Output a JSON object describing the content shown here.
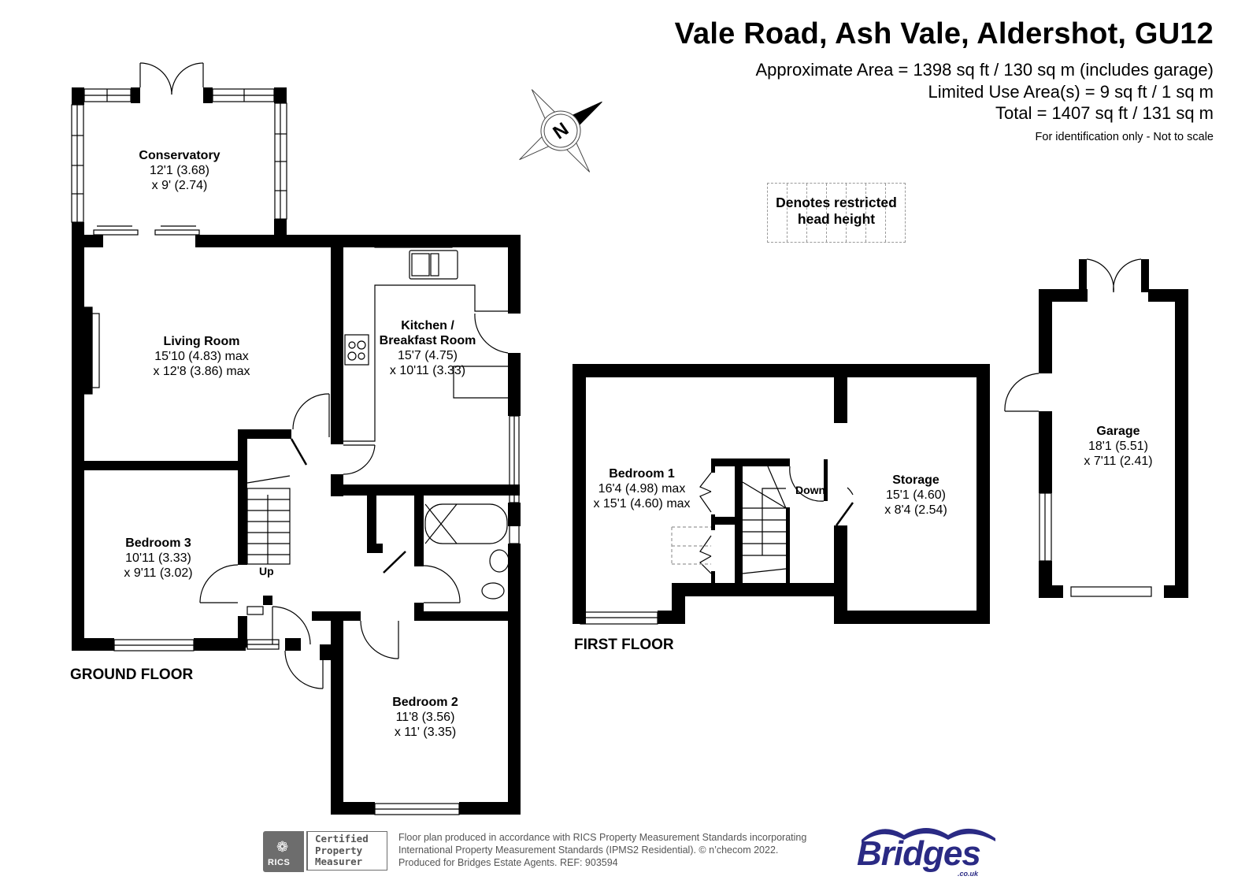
{
  "header": {
    "title": "Vale Road, Ash Vale, Aldershot, GU12",
    "area_lines": [
      "Approximate Area = 1398 sq ft / 130 sq m (includes garage)",
      "Limited Use Area(s) = 9 sq ft / 1 sq m",
      "Total = 1407 sq ft / 131 sq m"
    ],
    "disclaimer": "For identification only - Not to scale"
  },
  "compass": {
    "label": "N",
    "icon": "compass-north-icon"
  },
  "legend": {
    "line1": "Denotes restricted",
    "line2": "head height"
  },
  "floors": {
    "ground": {
      "label": "GROUND FLOOR",
      "stairs_label": "Up",
      "rooms": [
        {
          "name": "Conservatory",
          "dim1": "12'1 (3.68)",
          "dim2": "x 9' (2.74)"
        },
        {
          "name": "Living Room",
          "dim1": "15'10 (4.83) max",
          "dim2": "x 12'8 (3.86) max"
        },
        {
          "name": "Kitchen /",
          "name2": "Breakfast Room",
          "dim1": "15'7 (4.75)",
          "dim2": "x 10'11 (3.33)"
        },
        {
          "name": "Bedroom 3",
          "dim1": "10'11 (3.33)",
          "dim2": "x 9'11 (3.02)"
        },
        {
          "name": "Bedroom 2",
          "dim1": "11'8 (3.56)",
          "dim2": "x 11' (3.35)"
        }
      ]
    },
    "first": {
      "label": "FIRST FLOOR",
      "stairs_label": "Down",
      "rooms": [
        {
          "name": "Bedroom 1",
          "dim1": "16'4 (4.98) max",
          "dim2": "x 15'1 (4.60) max"
        },
        {
          "name": "Storage",
          "dim1": "15'1 (4.60)",
          "dim2": "x 8'4 (2.54)"
        }
      ]
    },
    "garage": {
      "rooms": [
        {
          "name": "Garage",
          "dim1": "18'1 (5.51)",
          "dim2": "x 7'11 (2.41)"
        }
      ]
    }
  },
  "footer": {
    "rics_word": "RICS",
    "cert_lines": [
      "Certified",
      "Property",
      "Measurer"
    ],
    "text_lines": [
      "Floor plan produced in accordance with RICS Property Measurement Standards incorporating",
      "International Property Measurement Standards (IPMS2 Residential).   © n’checom 2022.",
      "Produced for Bridges Estate Agents.   REF: 903594"
    ],
    "brand": "Bridges",
    "brand_tld": ".co.uk",
    "brand_color": "#2a2a84"
  }
}
